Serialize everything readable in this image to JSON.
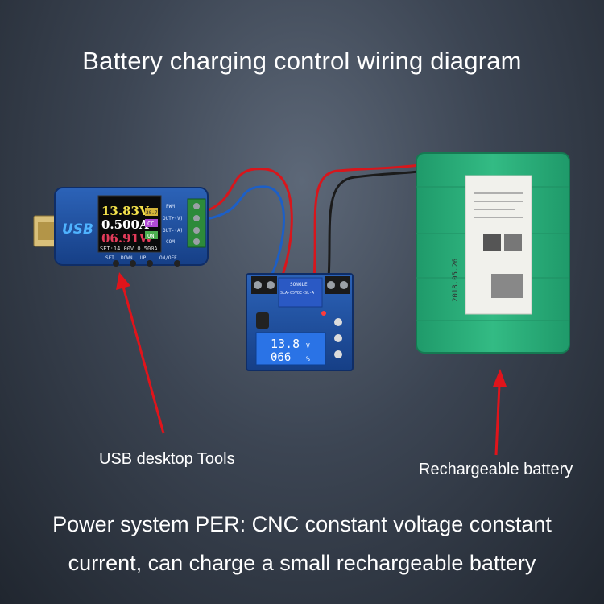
{
  "title": "Battery charging control wiring diagram",
  "labels": {
    "usb_tool": "USB desktop Tools",
    "battery": "Rechargeable battery"
  },
  "footer": {
    "line1": "Power system PER: CNC constant voltage constant",
    "line2": "current, can charge a small rechargeable battery"
  },
  "usb_tool": {
    "logo": "USB",
    "voltage": "13.83V",
    "current": "0.500A",
    "power": "06.91W",
    "set_line": "SET:14.00V 0.500A",
    "badge_cc": "CC",
    "badge_on": "ON",
    "badge_temp": "30.7",
    "pins": [
      "PWM",
      "OUT+(V)",
      "OUT-(A)",
      "COM"
    ],
    "buttons": [
      "SET",
      "DOWN",
      "UP",
      "ON/OFF"
    ]
  },
  "controller": {
    "relay_label": "SONGLE",
    "relay_model": "SLA-05VDC-SL-A",
    "display_voltage": "13.8",
    "display_percent": "066",
    "unit_v": "V",
    "unit_pct": "%"
  },
  "battery": {
    "date": "2018.05.26"
  },
  "colors": {
    "pcb_blue": "#1e4f9e",
    "wire_red": "#d7161c",
    "wire_blue": "#1c5fc7",
    "battery_green": "#2fb27d",
    "arrow_red": "#e0141b"
  }
}
